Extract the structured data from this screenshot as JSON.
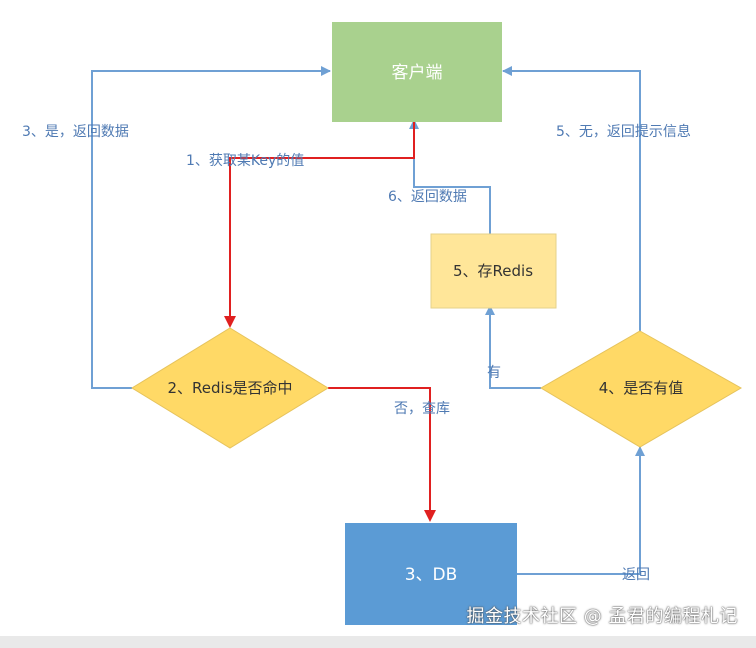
{
  "nodes": {
    "client": "客户端",
    "redis_hit": "2、Redis是否命中",
    "db": "3、DB",
    "has_value": "4、是否有值",
    "store_redis": "5、存Redis"
  },
  "edges": {
    "get_key": "1、获取某Key的值",
    "yes_return": "3、是，返回数据",
    "no_query": "否，查库",
    "db_return": "返回",
    "has": "有",
    "none_return": "5、无，返回提示信息",
    "return_data": "6、返回数据"
  },
  "watermark": "掘金技术社区 @ 孟君的编程札记",
  "colors": {
    "client_fill": "#a9d18e",
    "diamond_fill": "#ffd966",
    "db_fill": "#5b9bd5",
    "store_fill": "#ffe699",
    "blue_line": "#6fa0d4",
    "red_line": "#e02020"
  }
}
